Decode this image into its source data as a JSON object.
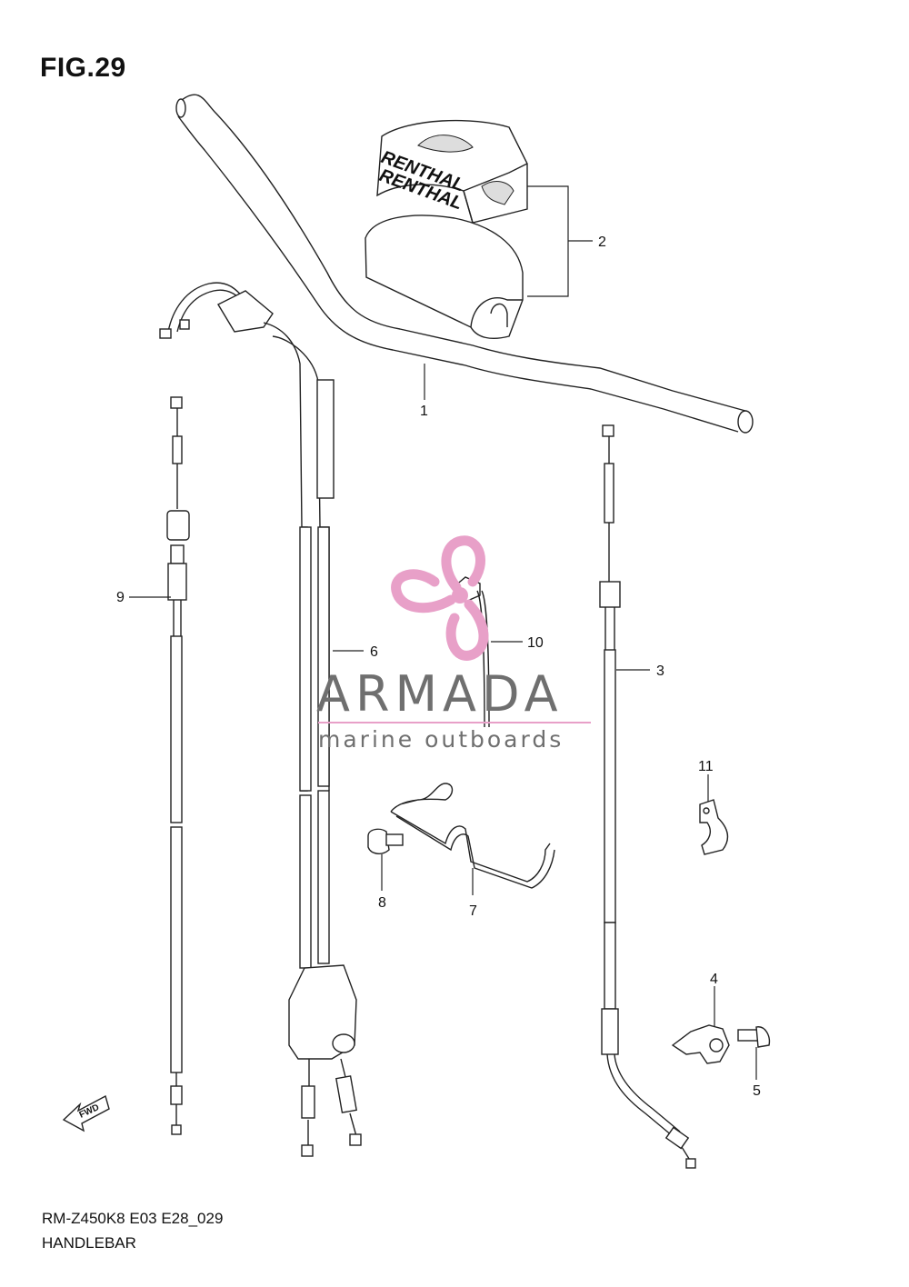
{
  "figure": {
    "title": "FIG.29",
    "model_code": "RM-Z450K8 E03 E28_029",
    "name": "HANDLEBAR"
  },
  "callouts": [
    {
      "number": "1",
      "part": "handlebar"
    },
    {
      "number": "2",
      "part": "handlebar pad"
    },
    {
      "number": "3",
      "part": "clutch cable"
    },
    {
      "number": "4",
      "part": "clamp"
    },
    {
      "number": "5",
      "part": "bolt"
    },
    {
      "number": "6",
      "part": "throttle cable"
    },
    {
      "number": "7",
      "part": "wire bracket"
    },
    {
      "number": "8",
      "part": "bolt"
    },
    {
      "number": "9",
      "part": "cable"
    },
    {
      "number": "10",
      "part": "cable"
    },
    {
      "number": "11",
      "part": "clamp"
    }
  ],
  "pad_brand": "RENTHAL",
  "fwd_marker": "FWD",
  "watermark": {
    "title": "ARMADA",
    "subtitle": "marine outboards",
    "accent_color": "#e8a0c8",
    "text_color": "#6f6f6f"
  }
}
